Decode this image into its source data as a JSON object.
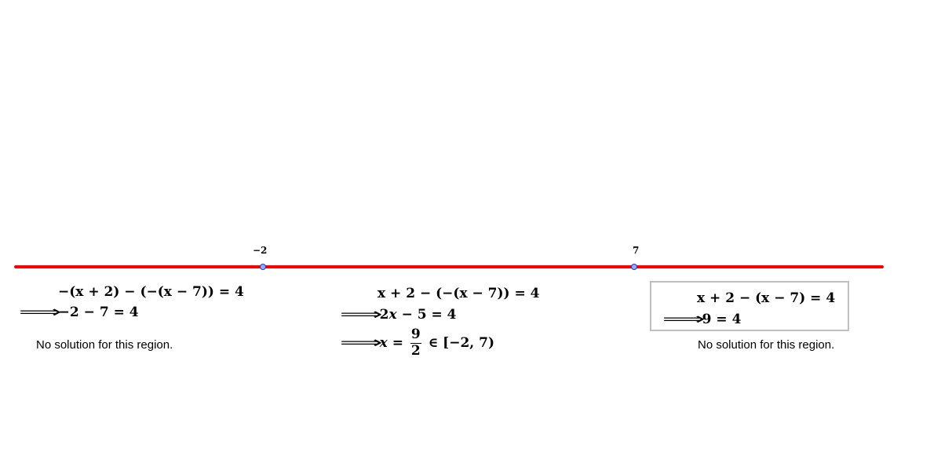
{
  "number_line": {
    "line_color": "#ff0000",
    "point_fill": "#99aaff",
    "point_stroke": "#1a3fbf",
    "points": [
      {
        "value": -2,
        "label": "−2"
      },
      {
        "value": 7,
        "label": "7"
      }
    ]
  },
  "left_region": {
    "eq1": "−(x + 2) − (−(x − 7)) = 4",
    "eq2": "−2 − 7 = 4",
    "note": "No solution for this region."
  },
  "middle_region": {
    "eq1": "x + 2 − (−(x − 7)) = 4",
    "eq2": "2x − 5 = 4",
    "eq3_lhs": "x =",
    "eq3_num": "9",
    "eq3_den": "2",
    "eq3_rhs": "∈ [−2, 7)"
  },
  "right_region": {
    "eq1": "x + 2 − (x − 7) = 4",
    "eq2": "9 = 4",
    "note": "No solution for this region.",
    "box_border_color": "#bfbfbf"
  },
  "implies_symbol": "⟹"
}
